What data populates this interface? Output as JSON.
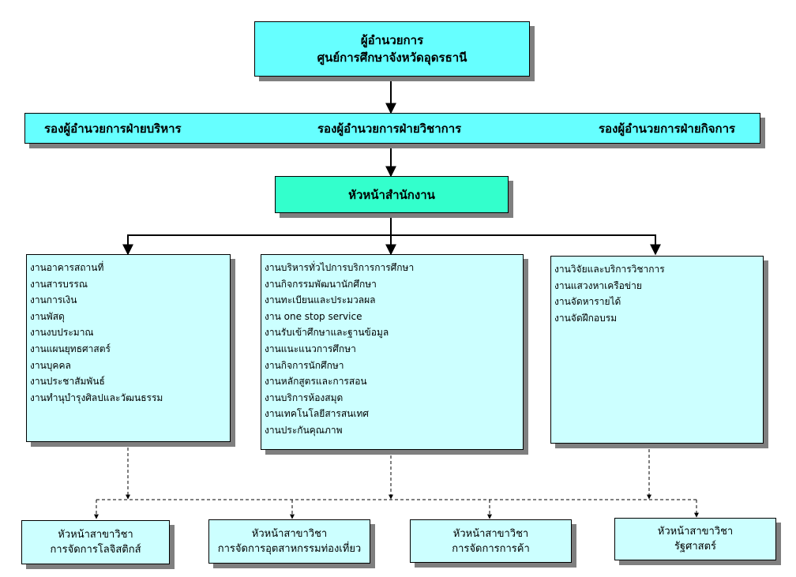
{
  "director": {
    "line1": "ผู้อำนวยการ",
    "line2": "ศูนย์การศึกษาจังหวัดอุดรธานี"
  },
  "deputies": [
    "รองผู้อำนวยการฝ่ายบริหาร",
    "รองผู้อำนวยการฝ่ายวิชาการ",
    "รองผู้อำนวยการฝ่ายกิจการ"
  ],
  "office_head": "หัวหน้าสำนักงาน",
  "units": {
    "left": [
      "งานอาคารสถานที่",
      "งานสารบรรณ",
      "งานการเงิน",
      "งานพัสดุ",
      "งานงบประมาณ",
      "งานแผนยุทธศาสตร์",
      "งานบุคคล",
      "งานประชาสัมพันธ์",
      "งานทำนุบำรุงศิลปและวัฒนธรรม"
    ],
    "middle": [
      "งานบริหารทั่วไปการบริการการศึกษา",
      "งานกิจกรรมพัฒนานักศึกษา",
      "งานทะเบียนและประมวลผล",
      "งาน one stop service",
      "งานรับเข้าศึกษาและฐานข้อมูล",
      "งานแนะแนวการศึกษา",
      "งานกิจการนักศึกษา",
      "งานหลักสูตรและการสอน",
      "งานบริการห้องสมุด",
      "งานเทคโนโลยีสารสนเทศ",
      "งานประกันคุณภาพ"
    ],
    "right": [
      "งานวิจัยและบริการวิชาการ",
      "งานแสวงหาเครือข่าย",
      "งานจัดหารายได้",
      "งานจัดฝึกอบรม"
    ]
  },
  "program_heads": [
    {
      "line1": "หัวหน้าสาขาวิชา",
      "line2": "การจัดการโลจิสติกส์"
    },
    {
      "line1": "หัวหน้าสาขาวิชา",
      "line2": "การจัดการอุตสาหกรรมท่องเที่ยว"
    },
    {
      "line1": "หัวหน้าสาขาวิชา",
      "line2": "การจัดการการค้า"
    },
    {
      "line1": "หัวหน้าสาขาวิชา",
      "line2": "รัฐศาสตร์"
    }
  ]
}
